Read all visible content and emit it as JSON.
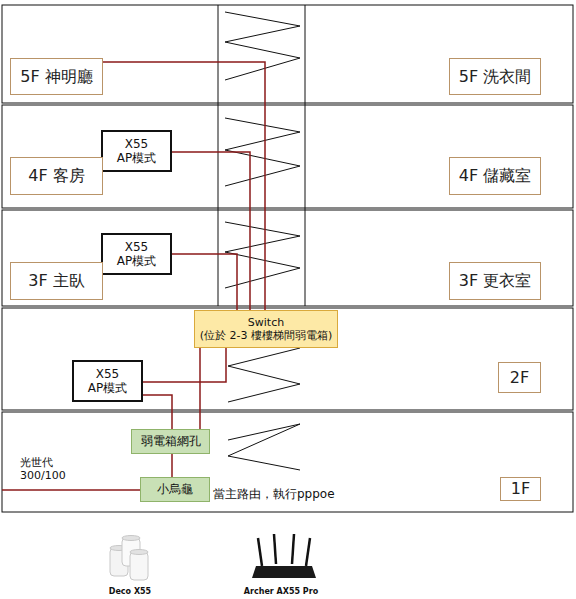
{
  "diagram": {
    "nodes": [
      {
        "text": [
          "5F 神明廳"
        ]
      },
      {
        "text": [
          "5F 洗衣間"
        ]
      },
      {
        "text": [
          "X55",
          "AP模式"
        ]
      },
      {
        "text": [
          "4F 客房"
        ]
      },
      {
        "text": [
          "4F 儲藏室"
        ]
      },
      {
        "text": [
          "X55",
          "AP模式"
        ]
      },
      {
        "text": [
          "3F 主臥"
        ]
      },
      {
        "text": [
          "3F 更衣室"
        ]
      },
      {
        "text": [
          "Switch",
          "(位於 2-3 樓樓梯間弱電箱)"
        ]
      },
      {
        "text": [
          "X55",
          "AP模式"
        ]
      },
      {
        "text": [
          "2F"
        ]
      },
      {
        "text": [
          "弱電箱網孔"
        ]
      },
      {
        "text": [
          "小烏龜"
        ]
      },
      {
        "text": [
          "1F"
        ]
      }
    ],
    "edges": [
      {
        "from": 0,
        "to": 8,
        "arrow": "none"
      },
      {
        "from": 2,
        "to": 8,
        "arrow": "none"
      },
      {
        "from": 5,
        "to": 8,
        "arrow": "none"
      },
      {
        "from": 8,
        "to": 11,
        "arrow": "none"
      },
      {
        "from": 8,
        "to": 9,
        "arrow": "none"
      },
      {
        "from": 9,
        "to": 11,
        "arrow": "none"
      },
      {
        "from": 11,
        "to": 12,
        "arrow": "none"
      }
    ],
    "labels": [
      "光世代 300/100",
      "當主路由，執行pppoe",
      "Deco X55",
      "Archer AX55 Pro"
    ]
  }
}
